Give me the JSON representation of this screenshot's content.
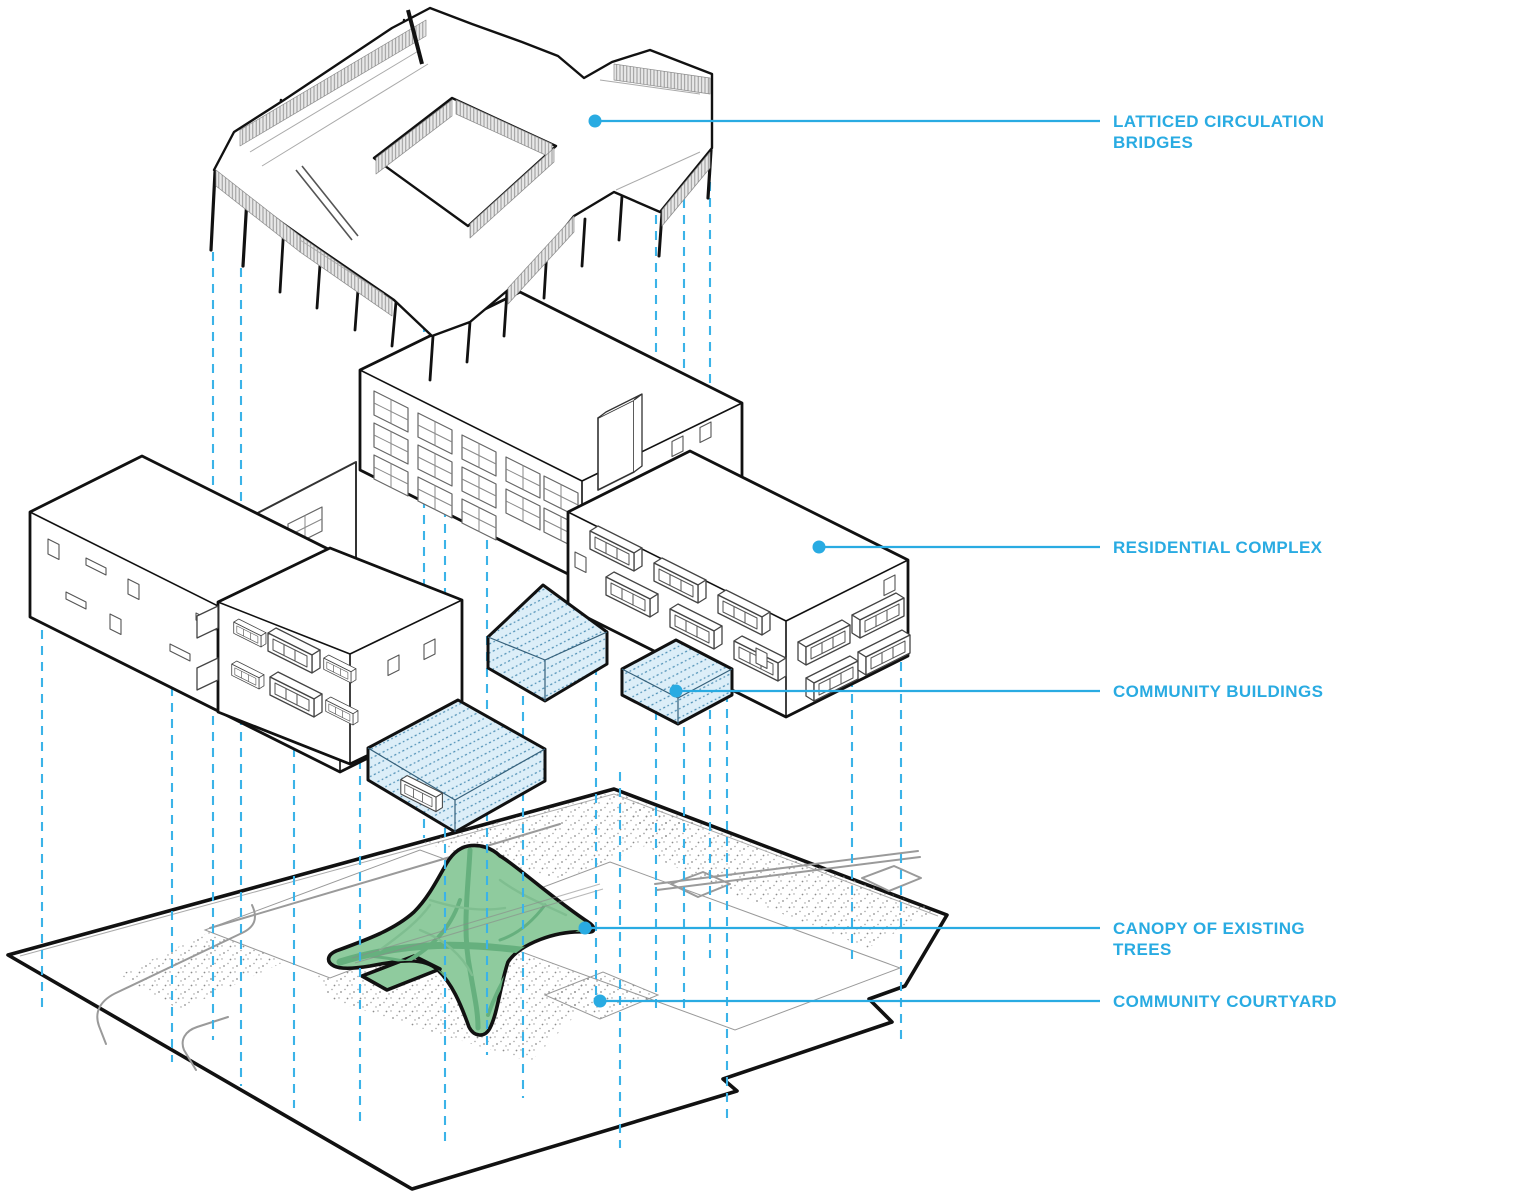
{
  "diagram": {
    "type": "exploded-axonometric-architecture-diagram",
    "accent_color": "#29ABE2",
    "canopy_fill": "#8FCB9E",
    "canopy_vein_color": "#66B07E",
    "community_building_fill": "#DCEEF8",
    "linework_color": "#111111",
    "labels": [
      {
        "text": "LATTICED CIRCULATION BRIDGES",
        "target": "latticed-circulation-bridges"
      },
      {
        "text": "RESIDENTIAL COMPLEX",
        "target": "residential-complex"
      },
      {
        "text": "COMMUNITY BUILDINGS",
        "target": "community-buildings"
      },
      {
        "text": "CANOPY OF EXISTING TREES",
        "target": "tree-canopy"
      },
      {
        "text": "COMMUNITY COURTYARD",
        "target": "community-courtyard"
      }
    ],
    "layers_top_to_bottom": [
      "latticed circulation bridges",
      "residential complex buildings",
      "community buildings",
      "site plane with tree canopy and courtyard"
    ]
  }
}
